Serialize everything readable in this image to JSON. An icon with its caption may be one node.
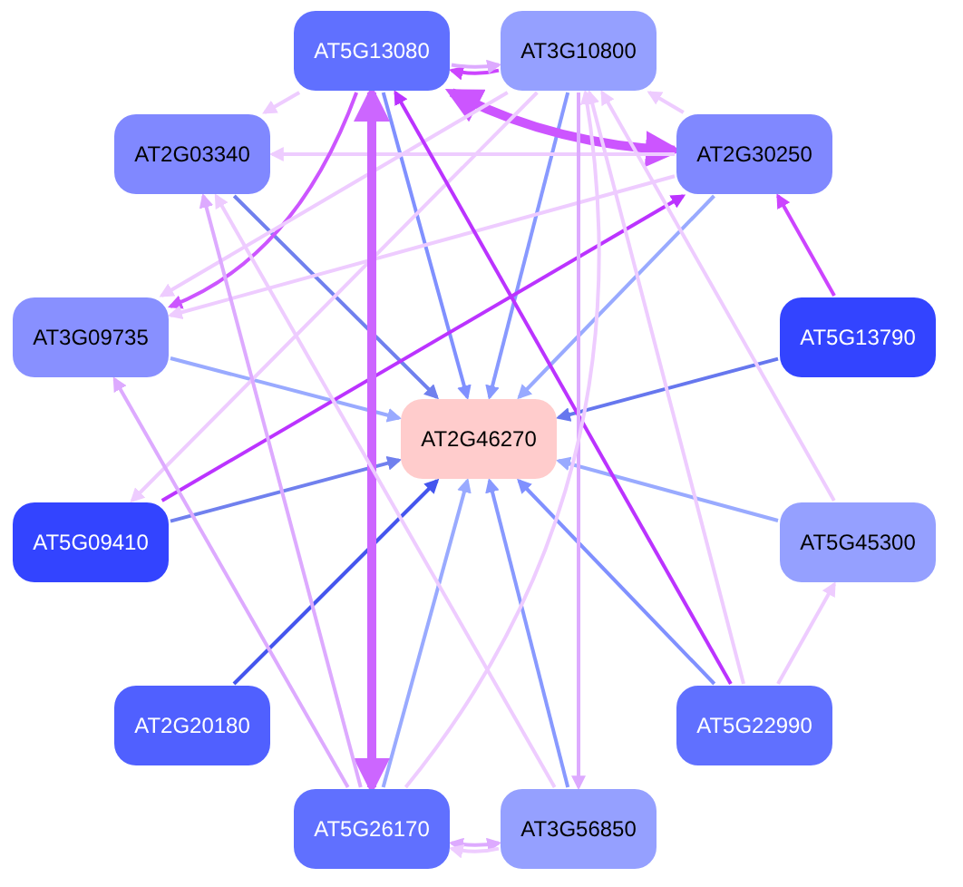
{
  "diagram": {
    "nodes": [
      {
        "text": [
          "AT5G13080"
        ]
      },
      {
        "text": [
          "AT3G10800"
        ]
      },
      {
        "text": [
          "AT2G03340"
        ]
      },
      {
        "text": [
          "AT2G30250"
        ]
      },
      {
        "text": [
          "AT3G09735"
        ]
      },
      {
        "text": [
          "AT5G13790"
        ]
      },
      {
        "text": [
          "AT2G46270"
        ]
      },
      {
        "text": [
          "AT5G09410"
        ]
      },
      {
        "text": [
          "AT5G45300"
        ]
      },
      {
        "text": [
          "AT2G20180"
        ]
      },
      {
        "text": [
          "AT5G22990"
        ]
      },
      {
        "text": [
          "AT5G26170"
        ]
      },
      {
        "text": [
          "AT3G56850"
        ]
      }
    ],
    "edges": [
      {
        "from": 2,
        "to": 6,
        "arrow": "to",
        "color": "#7080ee"
      },
      {
        "from": 0,
        "to": 6,
        "arrow": "to",
        "color": "#8090ff"
      },
      {
        "from": 1,
        "to": 6,
        "arrow": "to",
        "color": "#8899ff"
      },
      {
        "from": 3,
        "to": 6,
        "arrow": "to",
        "color": "#99aaff"
      },
      {
        "from": 4,
        "to": 6,
        "arrow": "to",
        "color": "#99aaff"
      },
      {
        "from": 5,
        "to": 6,
        "arrow": "to",
        "color": "#6677ee"
      },
      {
        "from": 7,
        "to": 6,
        "arrow": "to",
        "color": "#7080ee"
      },
      {
        "from": 8,
        "to": 6,
        "arrow": "to",
        "color": "#99aaff"
      },
      {
        "from": 9,
        "to": 6,
        "arrow": "to",
        "color": "#4455ee"
      },
      {
        "from": 10,
        "to": 6,
        "arrow": "to",
        "color": "#8090ff"
      },
      {
        "from": 11,
        "to": 6,
        "arrow": "to",
        "color": "#99aaff"
      },
      {
        "from": 12,
        "to": 6,
        "arrow": "to",
        "color": "#8899ff"
      },
      {
        "from": 1,
        "to": 0,
        "arrow": "to",
        "color": "#cc44ff"
      },
      {
        "from": 0,
        "to": 1,
        "arrow": "to",
        "color": "#ddaaff"
      },
      {
        "from": 3,
        "to": 0,
        "arrow": "both",
        "style": "thick",
        "color": "#cc55ff"
      },
      {
        "from": 3,
        "to": 1,
        "arrow": "to",
        "color": "#eeccff"
      },
      {
        "from": 0,
        "to": 2,
        "arrow": "to",
        "color": "#eeccff"
      },
      {
        "from": 3,
        "to": 2,
        "arrow": "to",
        "color": "#eeccff"
      },
      {
        "from": 5,
        "to": 3,
        "arrow": "to",
        "color": "#cc44ff"
      },
      {
        "from": 0,
        "to": 4,
        "arrow": "to",
        "color": "#cc55ff"
      },
      {
        "from": 1,
        "to": 4,
        "arrow": "to",
        "color": "#eeccff"
      },
      {
        "from": 3,
        "to": 4,
        "arrow": "to",
        "color": "#eeccff"
      },
      {
        "from": 1,
        "to": 7,
        "arrow": "to",
        "color": "#eeccff"
      },
      {
        "from": 7,
        "to": 3,
        "arrow": "to",
        "color": "#bb33ff"
      },
      {
        "from": 11,
        "to": 0,
        "arrow": "both",
        "style": "thick",
        "color": "#cc66ff"
      },
      {
        "from": 10,
        "to": 0,
        "arrow": "to",
        "color": "#bb33ff"
      },
      {
        "from": 11,
        "to": 2,
        "arrow": "to",
        "color": "#ddaaff"
      },
      {
        "from": 12,
        "to": 2,
        "arrow": "to",
        "color": "#eeccff"
      },
      {
        "from": 11,
        "to": 4,
        "arrow": "to",
        "color": "#ddaaff"
      },
      {
        "from": 1,
        "to": 12,
        "arrow": "to",
        "color": "#ddaaff"
      },
      {
        "from": 11,
        "to": 1,
        "arrow": "to",
        "color": "#eeccff"
      },
      {
        "from": 10,
        "to": 1,
        "arrow": "to",
        "color": "#eeccff"
      },
      {
        "from": 8,
        "to": 1,
        "arrow": "to",
        "color": "#eeccff"
      },
      {
        "from": 10,
        "to": 8,
        "arrow": "to",
        "color": "#eeccff"
      },
      {
        "from": 11,
        "to": 12,
        "arrow": "both",
        "color": "#ddaaff"
      },
      {
        "from": 12,
        "to": 11,
        "arrow": "to",
        "color": "#eeccff"
      }
    ]
  }
}
